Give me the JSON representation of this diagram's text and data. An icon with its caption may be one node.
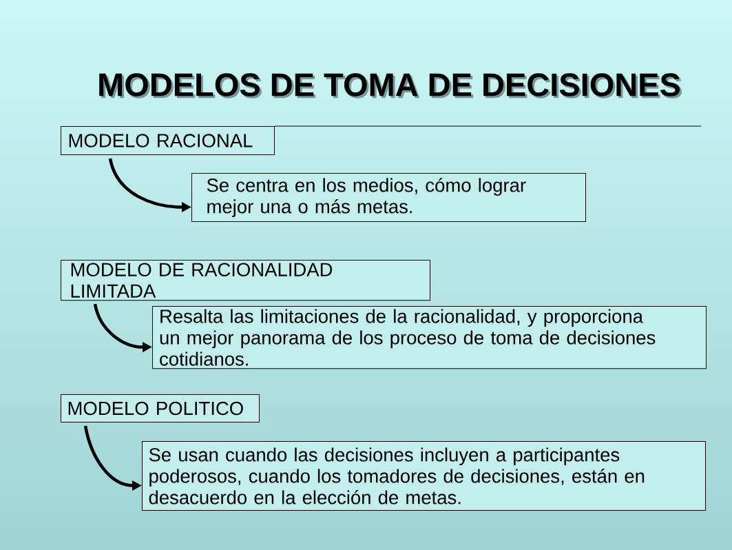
{
  "diagram": {
    "title": "MODELOS DE TOMA DE DECISIONES",
    "nodes": [
      {
        "text": [
          "MODELO RACIONAL"
        ]
      },
      {
        "text": [
          "Se centra en los medios, cómo lograr mejor una o más metas."
        ]
      },
      {
        "text": [
          "MODELO DE RACIONALIDAD LIMITADA"
        ]
      },
      {
        "text": [
          "Resalta las limitaciones de la racionalidad, y proporciona un mejor panorama de los proceso de toma de decisiones cotidianos."
        ]
      },
      {
        "text": [
          "MODELO POLITICO"
        ]
      },
      {
        "text": [
          "Se usan cuando las decisiones incluyen a participantes poderosos, cuando los tomadores de decisiones, están en desacuerdo en la elección de metas."
        ]
      }
    ],
    "edges": [
      {
        "from": 0,
        "to": 1,
        "arrow": "to"
      },
      {
        "from": 2,
        "to": 3,
        "arrow": "to"
      },
      {
        "from": 4,
        "to": 5,
        "arrow": "to"
      }
    ]
  }
}
